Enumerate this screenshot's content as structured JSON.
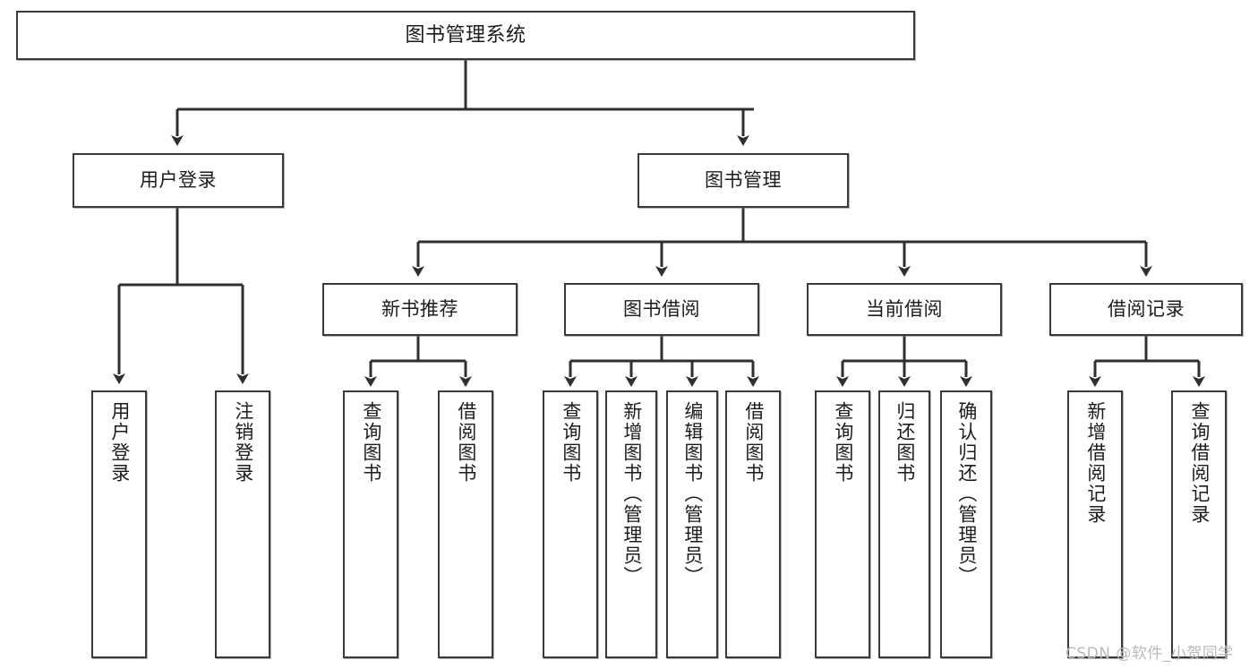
{
  "diagram": {
    "title": "图书管理系统",
    "type": "tree-hierarchy",
    "watermark": "CSDN @软件_小贺同学",
    "colors": {
      "box_border": "#3a3a3a",
      "box_fill": "#ffffff",
      "edge": "#2f2f2f",
      "text": "#1c1c1c",
      "watermark": "#b9b9b9"
    },
    "nodes": {
      "root": {
        "label": "图书管理系统",
        "level": 0,
        "orientation": "horizontal"
      },
      "l1": [
        {
          "id": "user-login",
          "label": "用户登录",
          "level": 1,
          "orientation": "horizontal"
        },
        {
          "id": "book-manage",
          "label": "图书管理",
          "level": 1,
          "orientation": "horizontal"
        }
      ],
      "l2": [
        {
          "id": "new-book-recommend",
          "label": "新书推荐",
          "level": 2,
          "orientation": "horizontal",
          "parent": "book-manage"
        },
        {
          "id": "book-borrow",
          "label": "图书借阅",
          "level": 2,
          "orientation": "horizontal",
          "parent": "book-manage"
        },
        {
          "id": "current-borrow",
          "label": "当前借阅",
          "level": 2,
          "orientation": "horizontal",
          "parent": "book-manage"
        },
        {
          "id": "borrow-record",
          "label": "借阅记录",
          "level": 2,
          "orientation": "horizontal",
          "parent": "book-manage"
        }
      ],
      "leaves": [
        {
          "id": "leaf-user-login",
          "label": "用户登录",
          "parent": "user-login",
          "orientation": "vertical"
        },
        {
          "id": "leaf-user-logout",
          "label": "注销登录",
          "parent": "user-login",
          "orientation": "vertical"
        },
        {
          "id": "leaf-query-book-1",
          "label": "查询图书",
          "parent": "new-book-recommend",
          "orientation": "vertical"
        },
        {
          "id": "leaf-borrow-book-1",
          "label": "借阅图书",
          "parent": "new-book-recommend",
          "orientation": "vertical"
        },
        {
          "id": "leaf-query-book-2",
          "label": "查询图书",
          "parent": "book-borrow",
          "orientation": "vertical"
        },
        {
          "id": "leaf-add-book",
          "label": "新增图书（管理员）",
          "parent": "book-borrow",
          "orientation": "vertical"
        },
        {
          "id": "leaf-edit-book",
          "label": "编辑图书（管理员）",
          "parent": "book-borrow",
          "orientation": "vertical"
        },
        {
          "id": "leaf-borrow-book-2",
          "label": "借阅图书",
          "parent": "book-borrow",
          "orientation": "vertical"
        },
        {
          "id": "leaf-query-book-3",
          "label": "查询图书",
          "parent": "current-borrow",
          "orientation": "vertical"
        },
        {
          "id": "leaf-return-book",
          "label": "归还图书",
          "parent": "current-borrow",
          "orientation": "vertical"
        },
        {
          "id": "leaf-confirm-return",
          "label": "确认归还（管理员）",
          "parent": "current-borrow",
          "orientation": "vertical"
        },
        {
          "id": "leaf-add-record",
          "label": "新增借阅记录",
          "parent": "borrow-record",
          "orientation": "vertical"
        },
        {
          "id": "leaf-query-record",
          "label": "查询借阅记录",
          "parent": "borrow-record",
          "orientation": "vertical"
        }
      ]
    }
  }
}
